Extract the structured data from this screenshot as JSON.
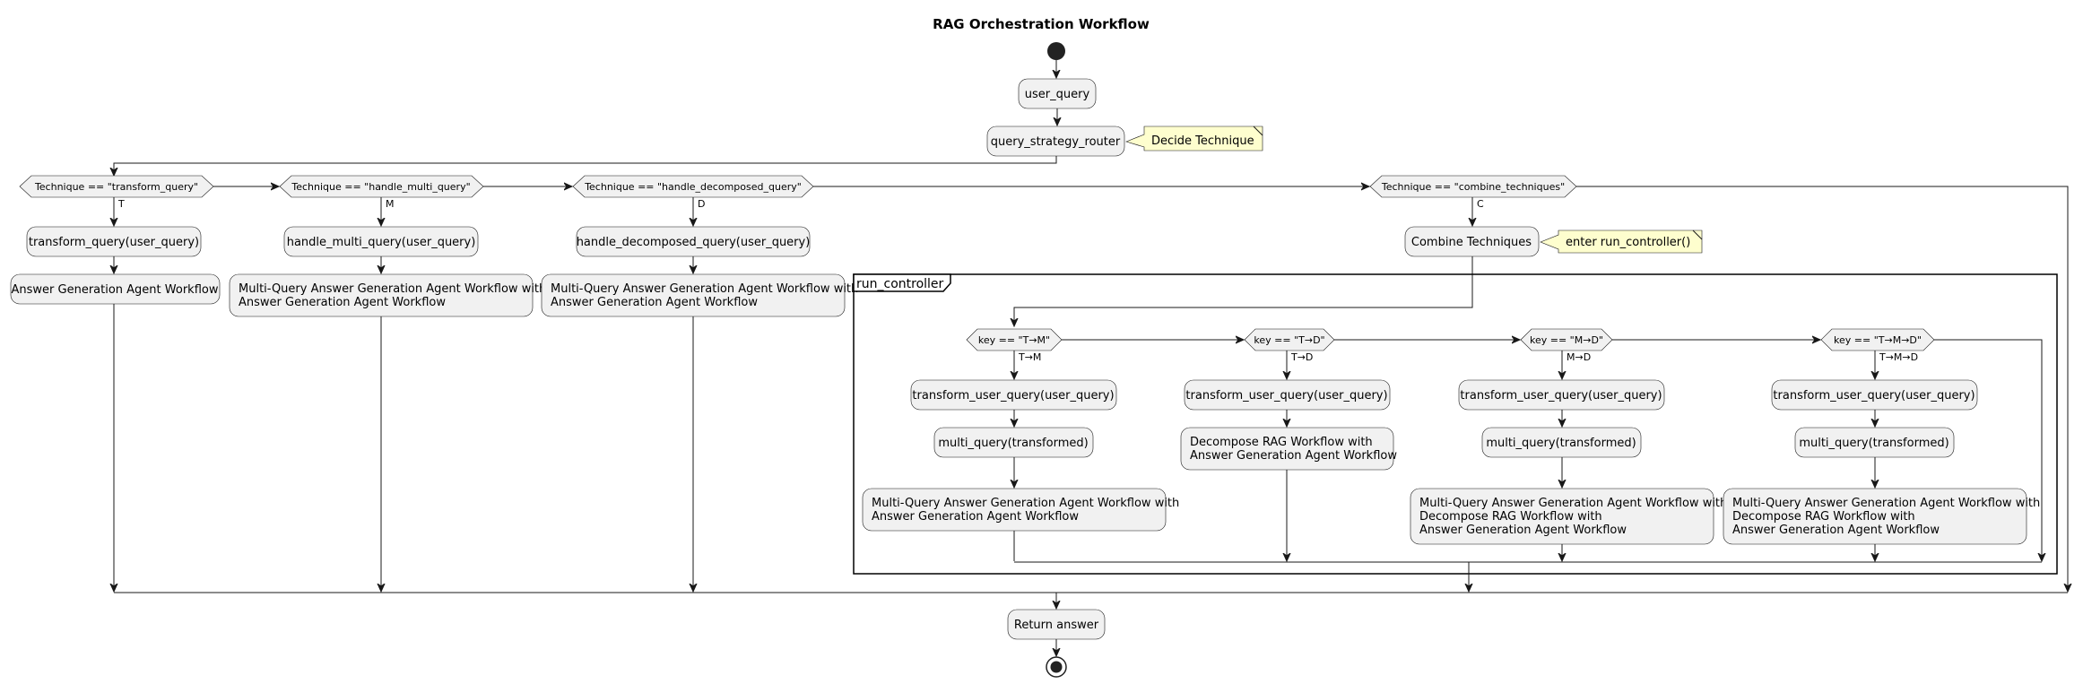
{
  "title": "RAG Orchestration Workflow",
  "nodes": {
    "user_query": "user_query",
    "router": "query_strategy_router",
    "router_note": "Decide Technique",
    "dec_t": "Technique == \"transform_query\"",
    "dec_m": "Technique == \"handle_multi_query\"",
    "dec_d": "Technique == \"handle_decomposed_query\"",
    "dec_c": "Technique == \"combine_techniques\"",
    "lab_t": "T",
    "lab_m": "M",
    "lab_d": "D",
    "lab_c": "C",
    "t_transform": "transform_query(user_query)",
    "t_answer": "Answer Generation Agent Workflow",
    "m_handle": "handle_multi_query(user_query)",
    "m_workflow_1": "Multi-Query Answer Generation Agent Workflow with",
    "m_workflow_2": "Answer Generation Agent Workflow",
    "d_handle": "handle_decomposed_query(user_query)",
    "d_workflow_1": "Multi-Query Answer Generation Agent Workflow with",
    "d_workflow_2": "Answer Generation Agent Workflow",
    "combine": "Combine Techniques",
    "combine_note": "enter run_controller()",
    "frame_label": "run_controller",
    "key_tm": "key == \"T→M\"",
    "key_td": "key == \"T→D\"",
    "key_md": "key == \"M→D\"",
    "key_tmd": "key == \"T→M→D\"",
    "lab_tm": "T→M",
    "lab_td": "T→D",
    "lab_md": "M→D",
    "lab_tmd": "T→M→D",
    "tm_1": "transform_user_query(user_query)",
    "tm_2": "multi_query(transformed)",
    "tm_3a": "Multi-Query Answer Generation Agent Workflow with",
    "tm_3b": "Answer Generation Agent Workflow",
    "td_1": "transform_user_query(user_query)",
    "td_2a": "Decompose RAG Workflow with",
    "td_2b": "Answer Generation Agent Workflow",
    "md_1": "transform_user_query(user_query)",
    "md_2": "multi_query(transformed)",
    "md_3a": "Multi-Query Answer Generation Agent Workflow with",
    "md_3b": "Decompose RAG Workflow with",
    "md_3c": "Answer Generation Agent Workflow",
    "tmd_1": "transform_user_query(user_query)",
    "tmd_2": "multi_query(transformed)",
    "tmd_3a": "Multi-Query Answer Generation Agent Workflow with",
    "tmd_3b": "Decompose RAG Workflow with",
    "tmd_3c": "Answer Generation Agent Workflow",
    "return_answer": "Return answer"
  }
}
